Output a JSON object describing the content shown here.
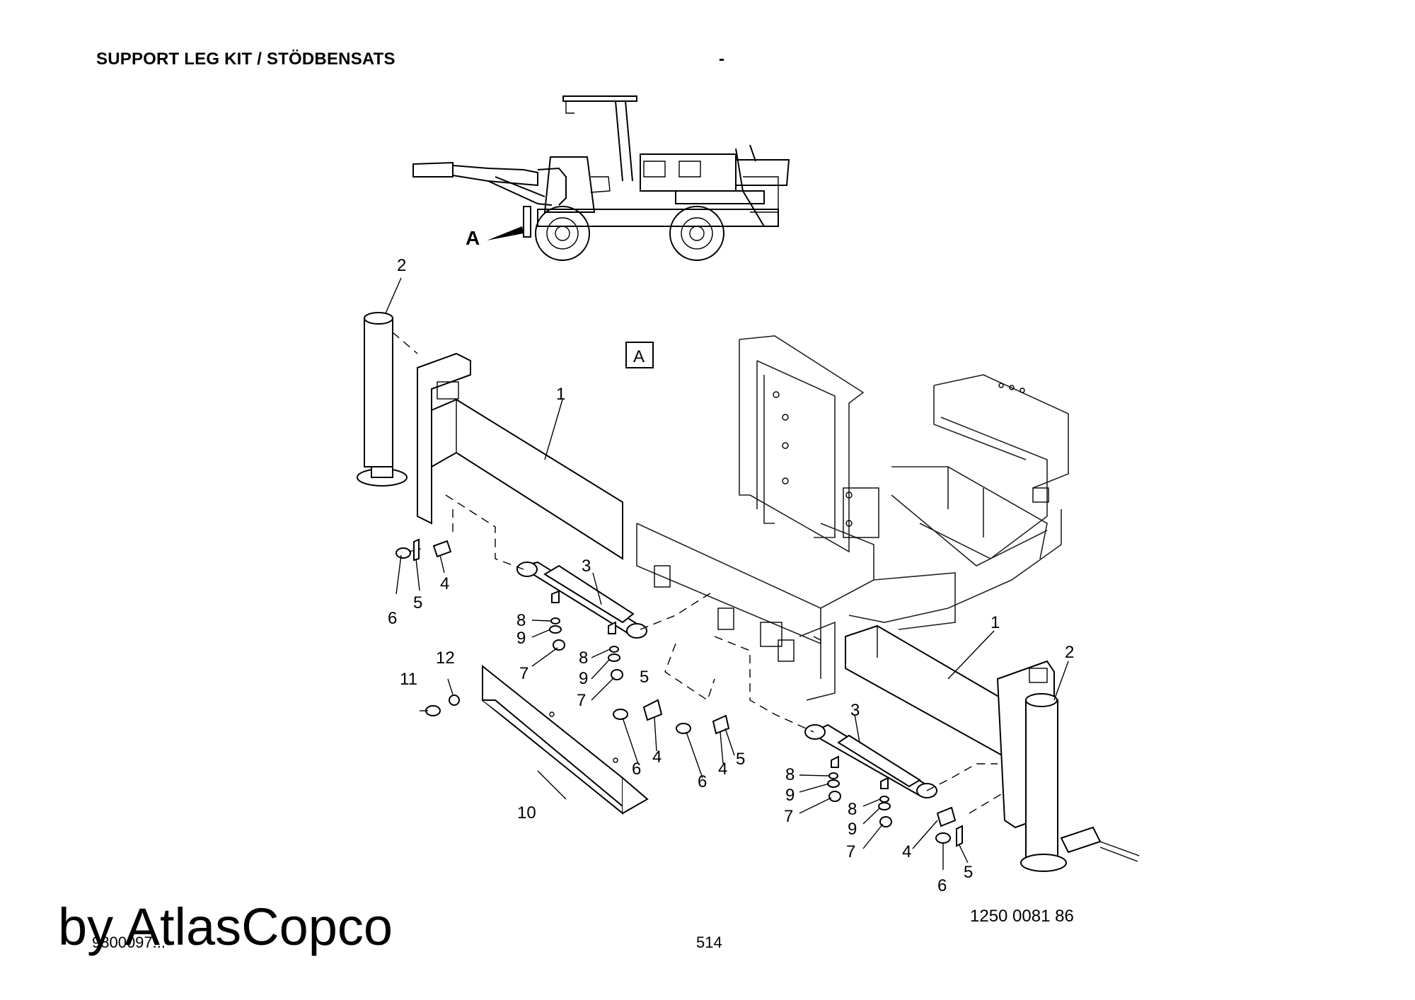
{
  "header": {
    "title": "SUPPORT LEG KIT / STÖDBENSATS",
    "dash": "-"
  },
  "overview": {
    "view_marker": "A"
  },
  "diagram": {
    "view_box_label": "A",
    "part_labels": {
      "p1a": "1",
      "p1b": "1",
      "p2a": "2",
      "p2b": "2",
      "p3a": "3",
      "p3b": "3",
      "p4a": "4",
      "p4b": "4",
      "p4c": "4",
      "p4d": "4",
      "p5a": "5",
      "p5b": "5",
      "p5c": "5",
      "p5d": "5",
      "p6a": "6",
      "p6b": "6",
      "p6c": "6",
      "p6d": "6",
      "p7a": "7",
      "p7b": "7",
      "p7c": "7",
      "p7d": "7",
      "p8a": "8",
      "p8b": "8",
      "p8c": "8",
      "p8d": "8",
      "p9a": "9",
      "p9b": "9",
      "p9c": "9",
      "p9d": "9",
      "p10": "10",
      "p11": "11",
      "p12": "12"
    }
  },
  "footer": {
    "document_number": "1250 0081 86",
    "page_number": "514",
    "reference_number": "9800097...",
    "watermark": "by AtlasCopco"
  }
}
